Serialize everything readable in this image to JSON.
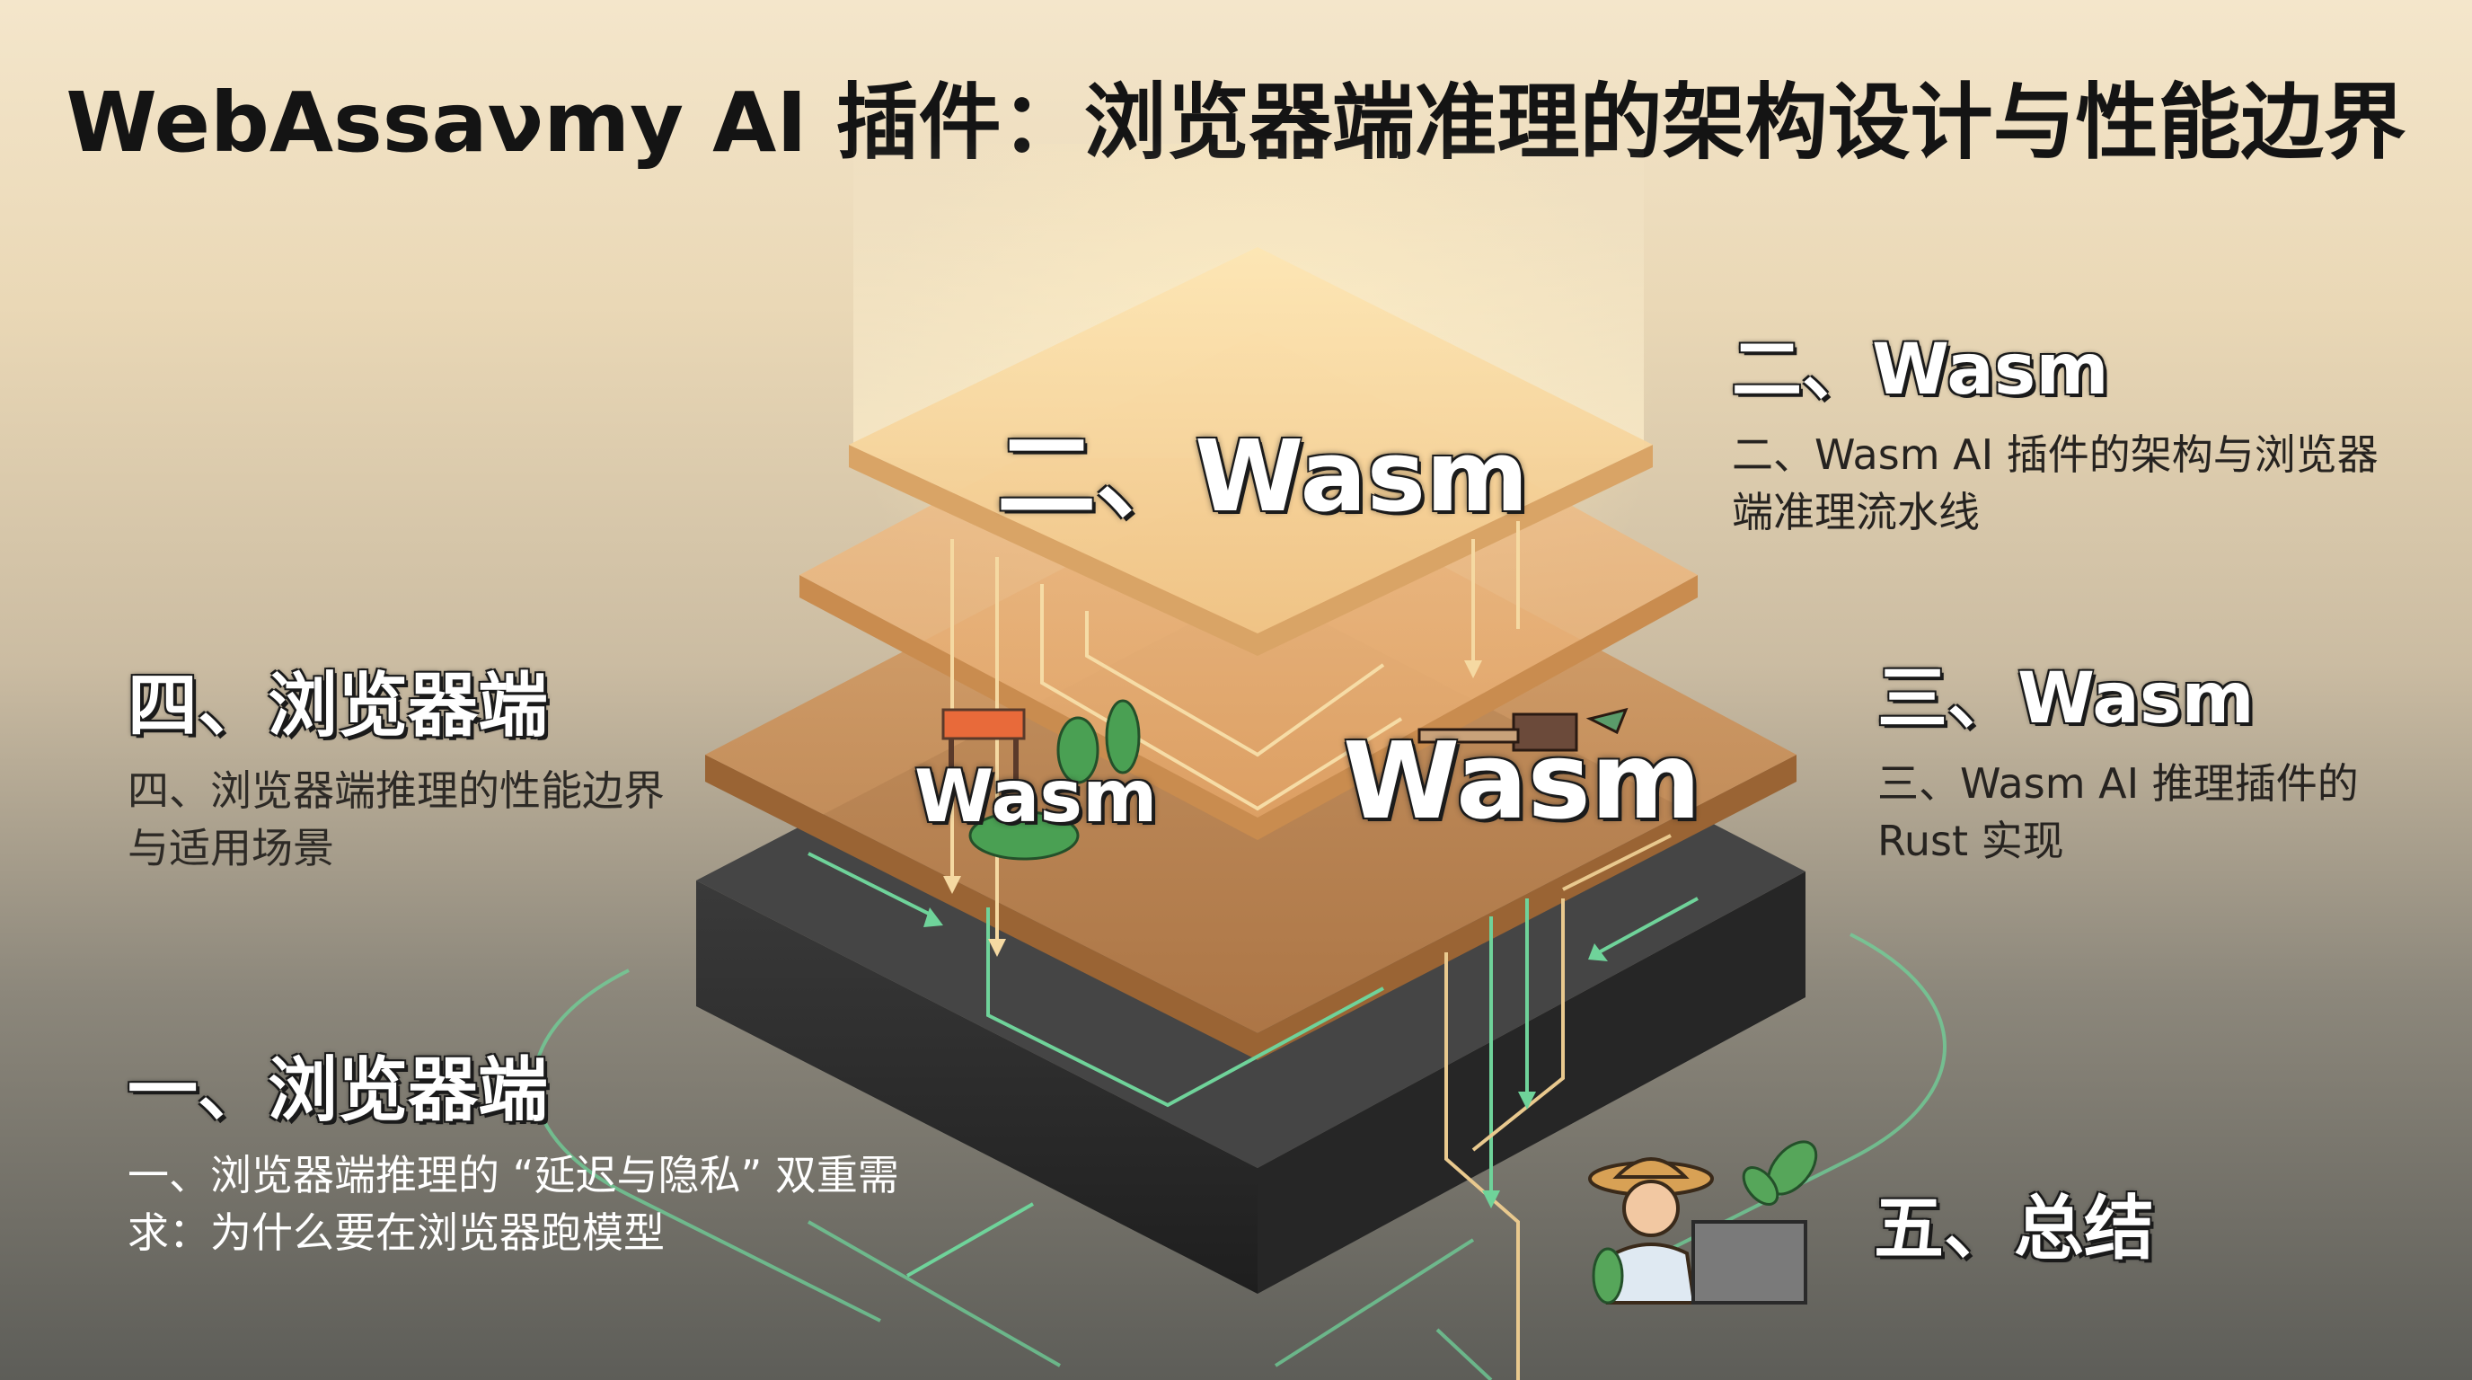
{
  "title": "WebAssaνmy AI 插件：浏览器端准理的架构设计与性能边界",
  "diagram": {
    "top_layer_label": "二、Wasm",
    "mid_layer_label": "Wasm",
    "mid_layer_icon_label": "Wasm"
  },
  "sections": {
    "s2": {
      "head": "二、Wasm",
      "desc": "二、Wasm AI 插件的架构与浏览器端准理流水线"
    },
    "s4": {
      "head": "四、浏览器端",
      "desc": "四、浏览器端推理的性能边界与适用场景"
    },
    "s3": {
      "head": "三、Wasm",
      "desc": "三、Wasm AI 推理插件的 Rust 实现"
    },
    "s1": {
      "head": "一、浏览器端",
      "desc": "一、浏览器端推理的 “延迟与隐私” 双重需求：为什么要在浏览器跑模型"
    },
    "s5": {
      "head": "五、总结"
    }
  },
  "colors": {
    "accent_green": "#5fcf8f",
    "accent_orange": "#e8a860",
    "dark_base": "#2c2c2c"
  }
}
